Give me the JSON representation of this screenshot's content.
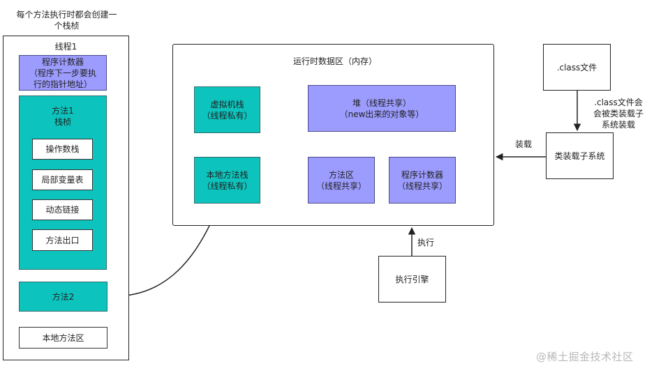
{
  "top_note": "每个方法执行时都会创建一\n个栈桢",
  "thread": {
    "title": "线程1",
    "pc": "程序计数器\n（程序下一步要执\n行的指针地址）",
    "frame1": {
      "title": "方法1\n栈桢",
      "items": [
        "操作数栈",
        "局部变量表",
        "动态链接",
        "方法出口"
      ]
    },
    "method2": "方法2",
    "native_area": "本地方法区"
  },
  "runtime": {
    "title": "运行时数据区（内存）",
    "vm_stack": "虚拟机栈\n（线程私有）",
    "heap": "堆（线程共享）\n（new出来的对象等）",
    "native_stack": "本地方法栈\n（线程私有）",
    "method_area": "方法区\n（线程共享）",
    "pc_shared": "程序计数器\n（线程共享）"
  },
  "class_file": ".class文件",
  "class_loader_note": ".class文件会\n会被类装载子\n系统装载",
  "class_loader": "类装载子系统",
  "load_label": "装载",
  "exec_label": "执行",
  "exec_engine": "执行引擎",
  "watermark": "@稀土掘金技术社区",
  "colors": {
    "teal": "#0cc4bd",
    "purple": "#9c9cff"
  }
}
